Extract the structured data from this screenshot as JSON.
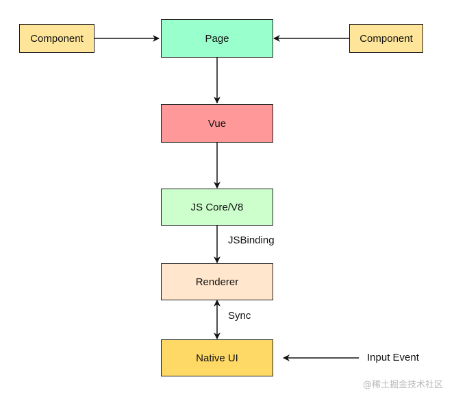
{
  "nodes": {
    "component_left": {
      "label": "Component",
      "fill": "#ffe599"
    },
    "page": {
      "label": "Page",
      "fill": "#99ffcc"
    },
    "component_right": {
      "label": "Component",
      "fill": "#ffe599"
    },
    "vue": {
      "label": "Vue",
      "fill": "#ff9999"
    },
    "js_core": {
      "label": "JS Core/V8",
      "fill": "#ccffcc"
    },
    "renderer": {
      "label": "Renderer",
      "fill": "#ffe6cc"
    },
    "native_ui": {
      "label": "Native UI",
      "fill": "#ffd966"
    }
  },
  "edge_labels": {
    "jsbinding": "JSBinding",
    "sync": "Sync",
    "input_event": "Input Event"
  },
  "watermark": "@稀土掘金技术社区"
}
